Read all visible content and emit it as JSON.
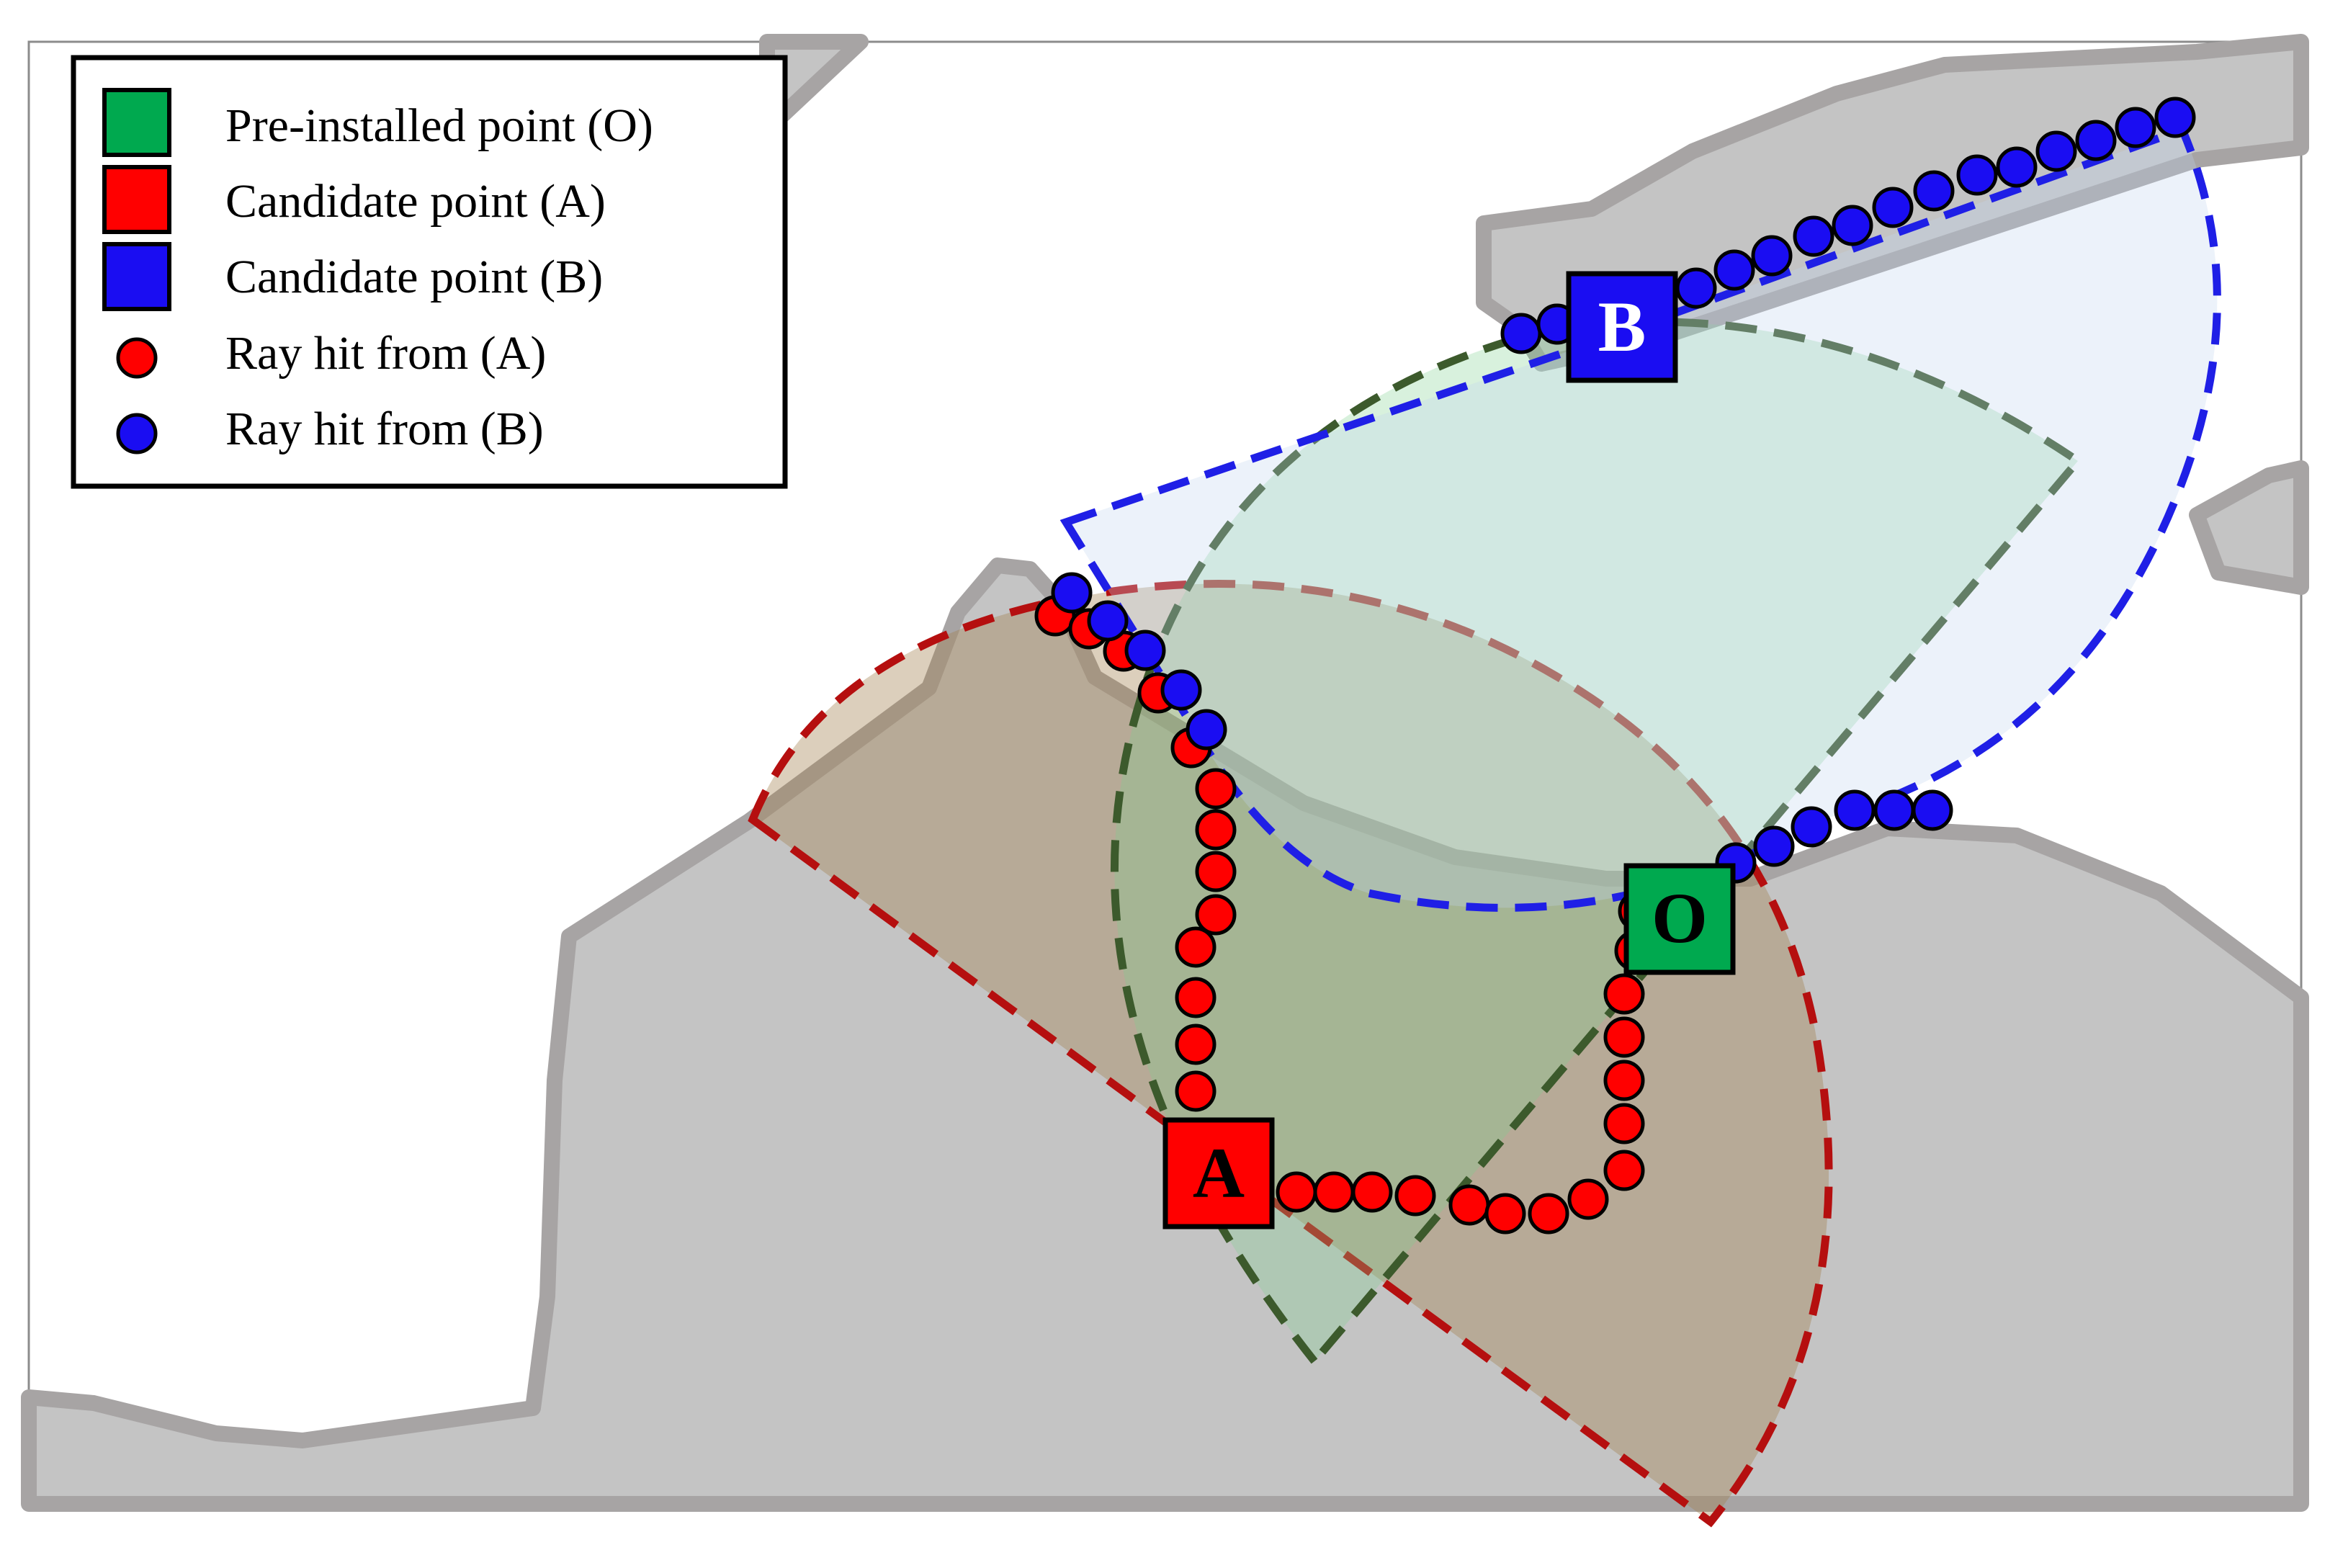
{
  "legend": {
    "items": [
      {
        "kind": "square",
        "label": "Pre-installed point (O)",
        "color": "#00a94f"
      },
      {
        "kind": "square",
        "label": "Candidate point (A)",
        "color": "#ff0000"
      },
      {
        "kind": "square",
        "label": "Candidate point (B)",
        "color": "#1a0df2"
      },
      {
        "kind": "circle",
        "label": "Ray hit from (A)",
        "color": "#ff0000"
      },
      {
        "kind": "circle",
        "label": "Ray hit from (B)",
        "color": "#1a0df2"
      }
    ]
  },
  "points": {
    "o": {
      "label": "O",
      "color": "#00a94f"
    },
    "a": {
      "label": "A",
      "color": "#ff0000"
    },
    "b": {
      "label": "B",
      "color": "#1a0df2"
    }
  },
  "colors": {
    "land": "#c4c4c4",
    "coast": "#a7a4a4",
    "sector_o": "#3c5a2c",
    "sector_a": "#b50f0f",
    "sector_b": "#1f1fe6"
  }
}
